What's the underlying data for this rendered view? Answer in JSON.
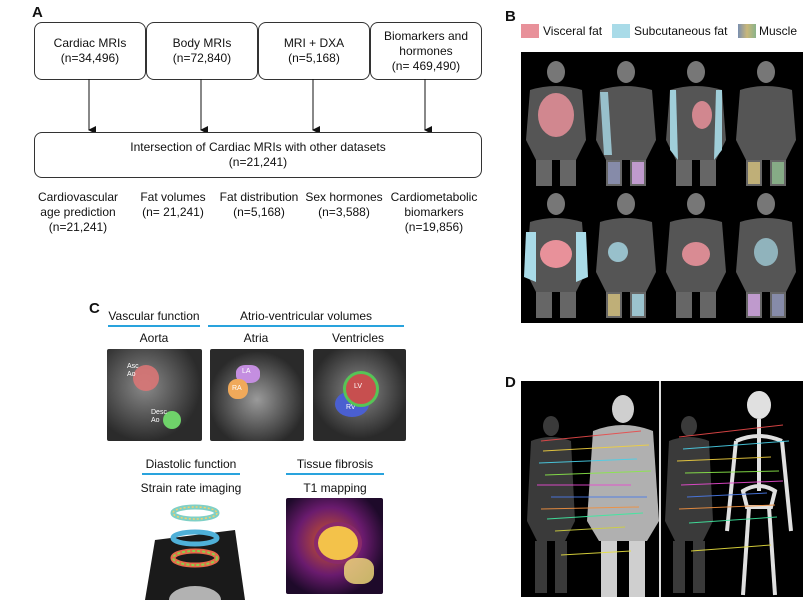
{
  "panels": {
    "a": "A",
    "b": "B",
    "c": "C",
    "d": "D"
  },
  "flow": {
    "sources": [
      "Cardiac MRIs\n(n=34,496)",
      "Body MRIs\n(n=72,840)",
      "MRI + DXA\n(n=5,168)",
      "Biomarkers and\nhormones\n(n= 469,490)"
    ],
    "intersection": "Intersection of Cardiac MRIs with other datasets\n(n=21,241)",
    "outputs": [
      "Cardiovascular\nage prediction\n(n=21,241)",
      "Fat volumes\n(n= 21,241)",
      "Fat distribution\n(n=5,168)",
      "Sex hormones\n(n=3,588)",
      "Cardiometabolic\nbiomarkers\n(n=19,856)"
    ]
  },
  "legend_b": [
    {
      "label": "Visceral fat",
      "color": "#e8919a"
    },
    {
      "label": "Subcutaneous fat",
      "color": "#a9dbe8"
    },
    {
      "label": "Muscle",
      "color": "#8a8fb0"
    }
  ],
  "panel_c": {
    "vascular": "Vascular function",
    "atrio": "Atrio-ventricular volumes",
    "aorta": "Aorta",
    "atria": "Atria",
    "ventricles": "Ventricles",
    "asc_ao": "Asc\nAo",
    "desc_ao": "Desc\nAo",
    "la": "LA",
    "ra": "RA",
    "lv": "LV",
    "rv": "RV",
    "diastolic": "Diastolic function",
    "strain": "Strain rate imaging",
    "fibrosis": "Tissue fibrosis",
    "t1": "T1 mapping"
  },
  "colors": {
    "accent": "#29a3dd"
  }
}
